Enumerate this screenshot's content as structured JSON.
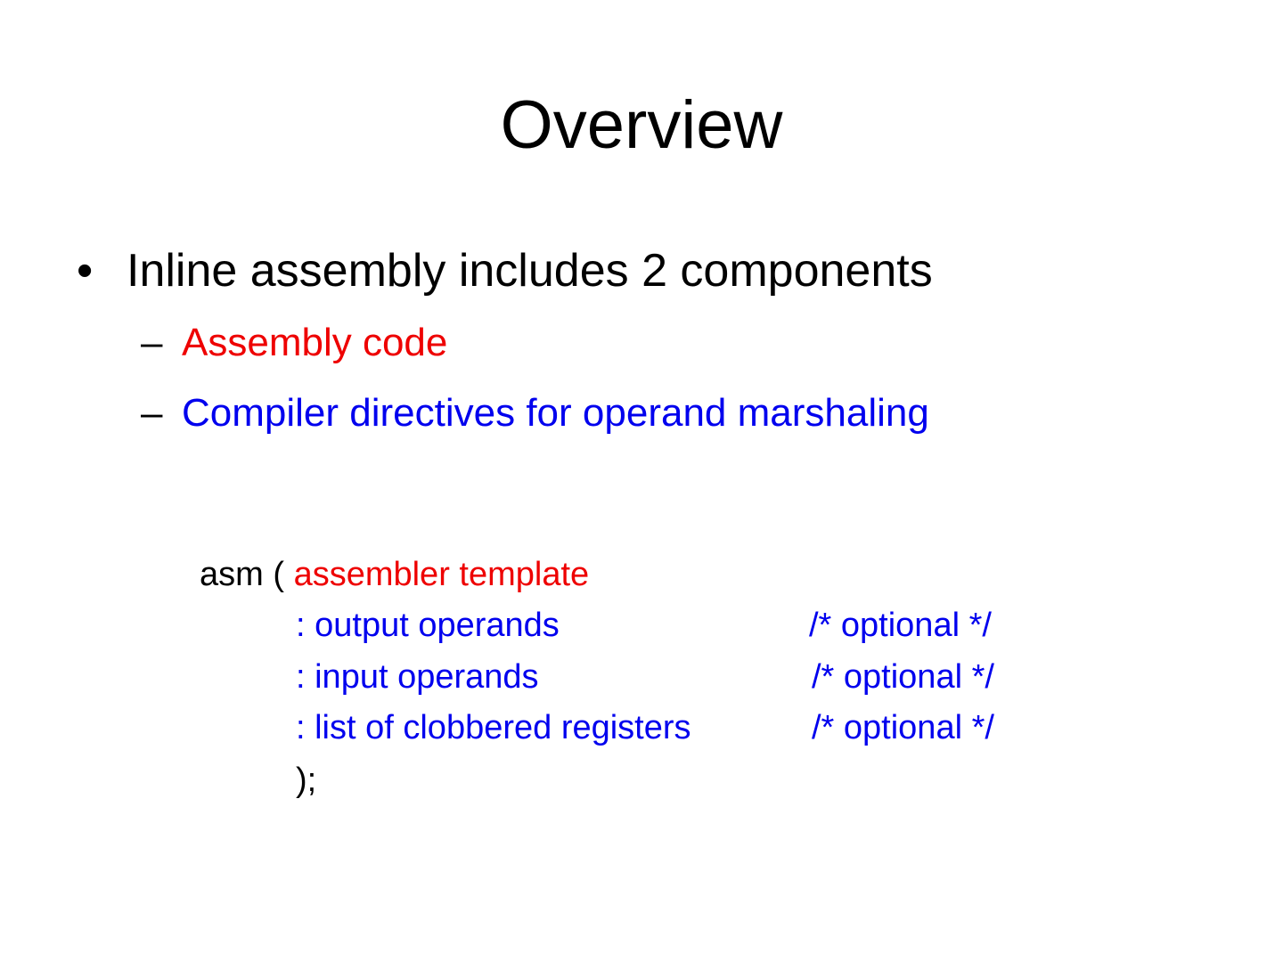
{
  "slide": {
    "title": "Overview",
    "bullet": {
      "symbol": "•",
      "text": "Inline assembly includes 2 components"
    },
    "sub_bullets": [
      {
        "dash": "–",
        "text": "Assembly code",
        "color": "#ee0000"
      },
      {
        "dash": "–",
        "text": "Compiler directives for operand marshaling",
        "color": "#0000ee"
      }
    ],
    "code": {
      "asm_open": "asm (",
      "template": "assembler template",
      "output_operands": ": output operands",
      "input_operands": ": input operands",
      "clobbered": ": list of clobbered registers",
      "optional_1": "/* optional */",
      "optional_2": "/* optional */",
      "optional_3": "/* optional */",
      "close": ");"
    }
  }
}
